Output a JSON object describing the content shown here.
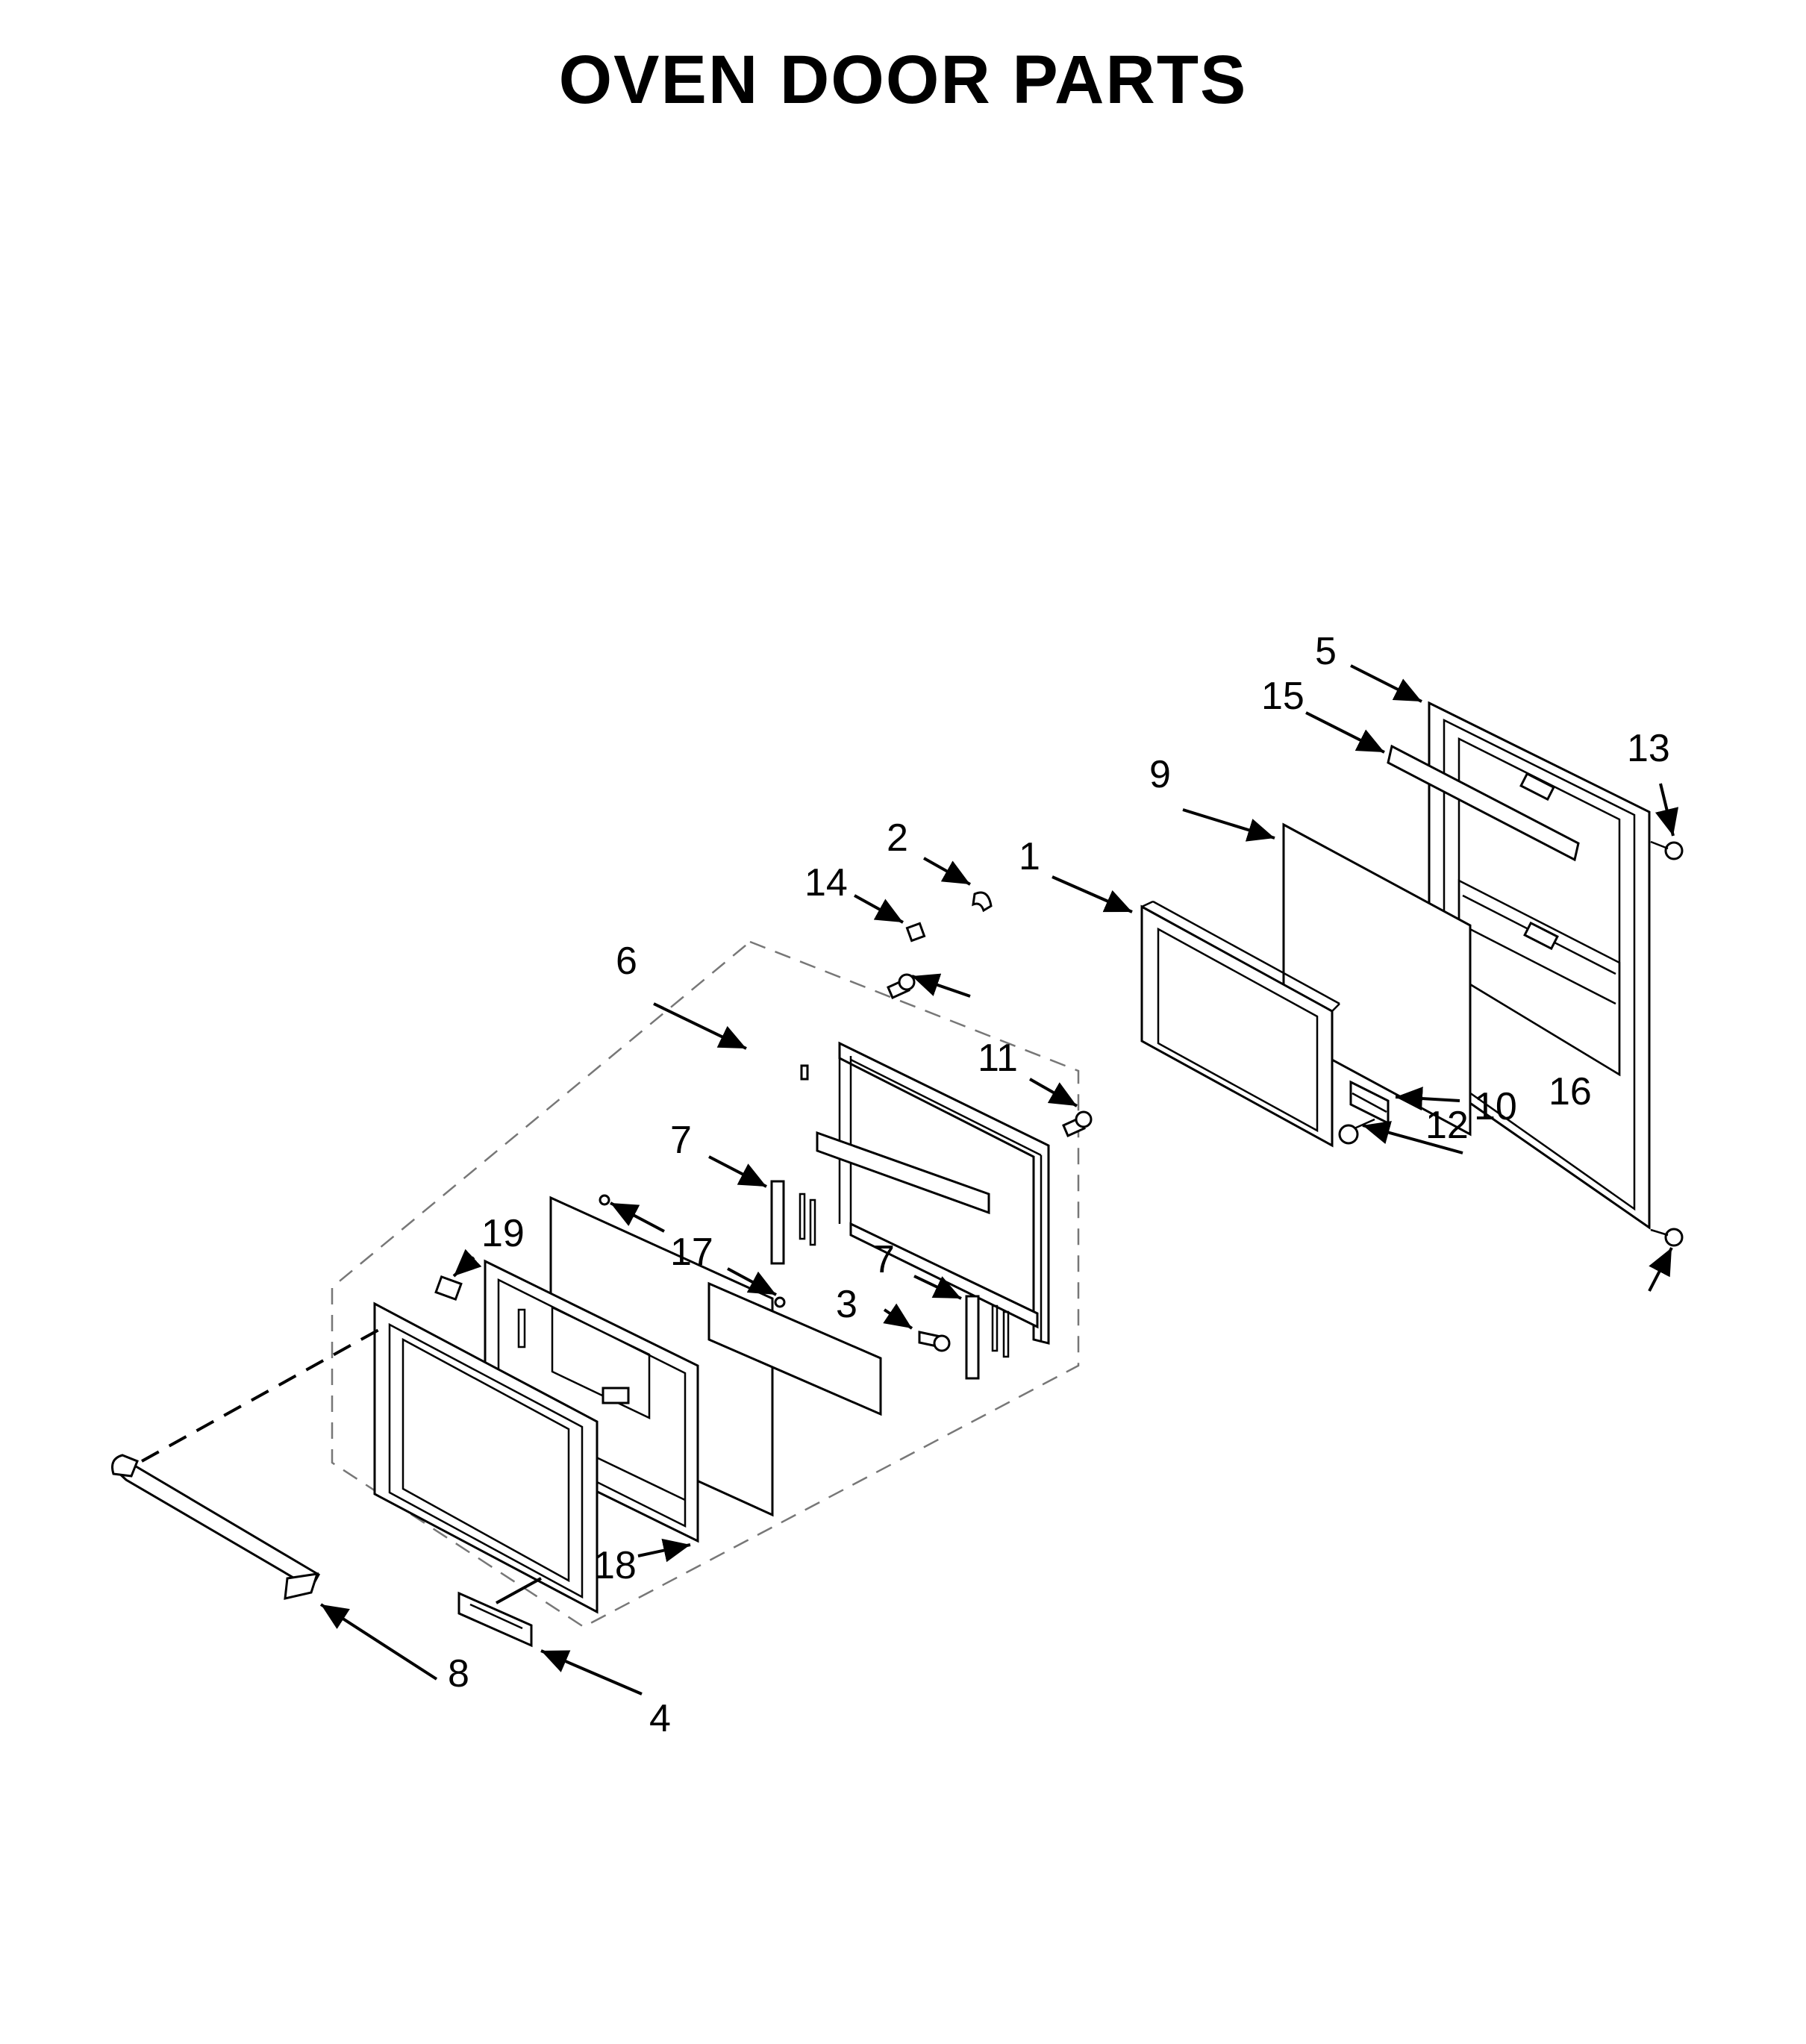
{
  "title": "OVEN DOOR PARTS",
  "callouts": {
    "c1": "1",
    "c2": "2",
    "c3": "3",
    "c4": "4",
    "c5": "5",
    "c6": "6",
    "c7a": "7",
    "c7b": "7",
    "c8": "8",
    "c9": "9",
    "c10": "10",
    "c11": "11",
    "c12": "12",
    "c13": "13",
    "c14": "14",
    "c15": "15",
    "c16": "16",
    "c17": "17",
    "c18": "18",
    "c19": "19"
  }
}
